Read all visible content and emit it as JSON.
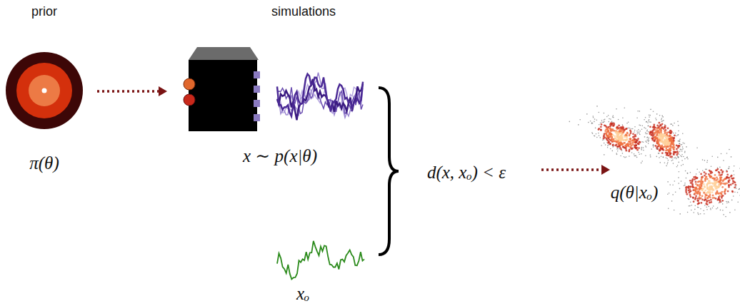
{
  "diagram": {
    "labels": [
      "prior",
      "simulations",
      "π(θ)",
      "x ∼ p(x|θ)",
      "d(x, xₒ) < ε",
      "q(θ|xₒ)",
      "xₒ"
    ]
  }
}
